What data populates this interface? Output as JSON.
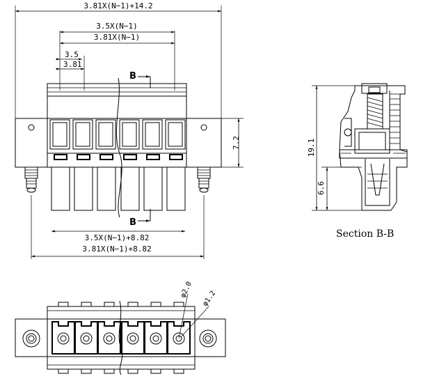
{
  "front_view": {
    "dim_overall_top": "3.81X(N−1)+14.2",
    "dim_pitch_35": "3.5X(N−1)",
    "dim_pitch_381": "3.81X(N−1)",
    "dim_35": "3.5",
    "dim_381": "3.81",
    "dim_bottom_35": "3.5X(N−1)+8.82",
    "dim_bottom_381": "3.81X(N−1)+8.82",
    "dim_height": "7.2",
    "section_mark_top": "B",
    "section_mark_bottom": "B"
  },
  "side_view": {
    "dim_total": "19.1",
    "dim_lower": "6.6",
    "caption": "Section B-B"
  },
  "top_view": {
    "dim_hole_large": "φ2.0",
    "dim_hole_small": "φ1.2"
  }
}
